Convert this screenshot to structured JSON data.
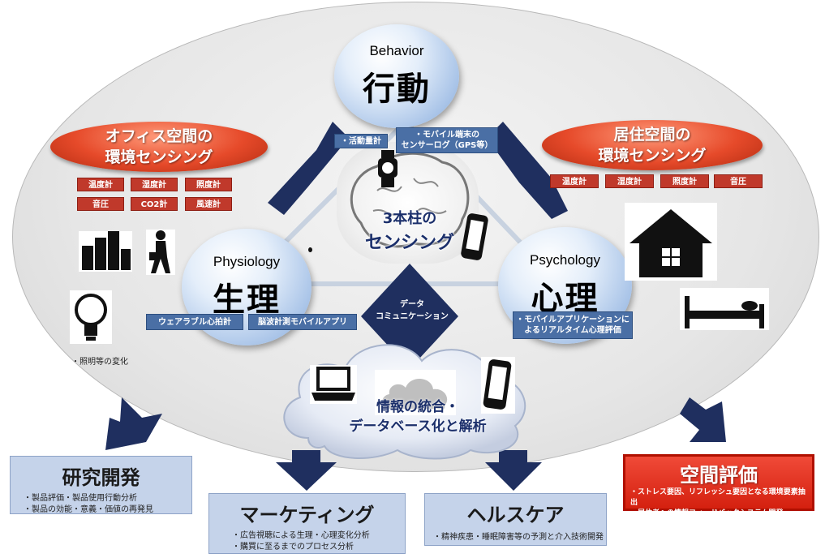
{
  "behavior": {
    "en": "Behavior",
    "ja": "行動"
  },
  "physiology": {
    "en": "Physiology",
    "ja": "生理"
  },
  "psychology": {
    "en": "Psychology",
    "ja": "心理"
  },
  "center": {
    "line1": "3本柱の",
    "line2": "センシング"
  },
  "office": {
    "line1": "オフィス空間の",
    "line2": "環境センシング",
    "sensors": [
      "温度計",
      "湿度計",
      "照度計",
      "音圧",
      "CO2計",
      "風速計"
    ],
    "note": "・照明等の変化"
  },
  "home": {
    "line1": "居住空間の",
    "line2": "環境センシング",
    "sensors": [
      "温度計",
      "湿度計",
      "照度計",
      "音圧"
    ]
  },
  "behavior_tags": {
    "activity": "・活動量計",
    "mobile_line1": "・モバイル端末の",
    "mobile_line2": "センサーログ（GPS等）"
  },
  "physiology_tags": {
    "wearable": "ウェアラブル心拍計",
    "eeg": "脳波計測モバイルアプリ"
  },
  "psychology_tags": {
    "line1": "・モバイルアプリケーションに",
    "line2": "よるリアルタイム心理評価"
  },
  "data_comm": {
    "line1": "データ",
    "line2": "コミュニケーション"
  },
  "cloud": {
    "line1": "情報の統合・",
    "line2": "データベース化と解析"
  },
  "outputs": {
    "research": {
      "title": "研究開発",
      "items": [
        "・製品評価・製品使用行動分析",
        "・製品の効能・意義・価値の再発見"
      ]
    },
    "marketing": {
      "title": "マーケティング",
      "items": [
        "・広告視聴による生理・心理変化分析",
        "・購買に至るまでのプロセス分析"
      ]
    },
    "healthcare": {
      "title": "ヘルスケア",
      "items": [
        "・精神疾患・睡眠障害等の予測と介入技術開発"
      ]
    },
    "space": {
      "title": "空間評価",
      "items": [
        "・ストレス要因、リフレッシュ要因となる環境要素抽出",
        "・居住者への情報フィードバックシステム開発"
      ]
    }
  },
  "colors": {
    "accent_red": "#e64a2a",
    "navy": "#1f2f5f",
    "blue_tag": "#4a6fa5",
    "output_box": "#c5d3ea",
    "space_box": "#e02a1a"
  }
}
